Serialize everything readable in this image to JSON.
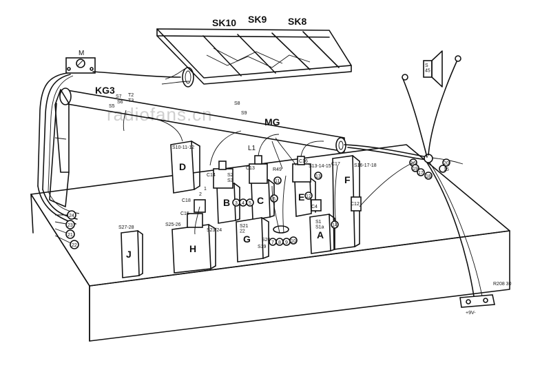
{
  "diagram": {
    "watermark": "radiofans.cn",
    "drawing_ref": "R208 30",
    "switch_banks": [
      "SK10",
      "SK9",
      "SK8"
    ],
    "headers": {
      "meter": "M",
      "kg3": "KG3",
      "mg": "MG",
      "l1": "L1",
      "speaker": "S\n45",
      "supply": "+9V-"
    },
    "modules": [
      {
        "id": "D",
        "switch": "S10-11-12"
      },
      {
        "id": "B",
        "switch": ""
      },
      {
        "id": "C",
        "switch": ""
      },
      {
        "id": "E",
        "switch": "S13-14-15"
      },
      {
        "id": "F",
        "switch": "S16-17-18"
      },
      {
        "id": "A",
        "switch": "S1\nS1a"
      },
      {
        "id": "G",
        "switch": "S21\n22"
      },
      {
        "id": "H",
        "switch": "S23/24"
      },
      {
        "id": "J",
        "switch": "S27-28"
      }
    ],
    "component_labels": [
      "C14",
      "C13",
      "C16",
      "C17",
      "C18",
      "C15",
      "C12",
      "C4",
      "R49",
      "S2",
      "S3",
      "S19",
      "S20",
      "S25-26",
      "S5",
      "S6",
      "S7",
      "S8",
      "S9",
      "T2",
      "T3"
    ],
    "terminal_numbers": [
      "24",
      "23",
      "21",
      "22",
      "1",
      "2",
      "3",
      "4",
      "5",
      "6",
      "7",
      "8",
      "9",
      "10",
      "11",
      "12",
      "13",
      "14",
      "15",
      "16",
      "17",
      "18",
      "19",
      "20"
    ]
  }
}
